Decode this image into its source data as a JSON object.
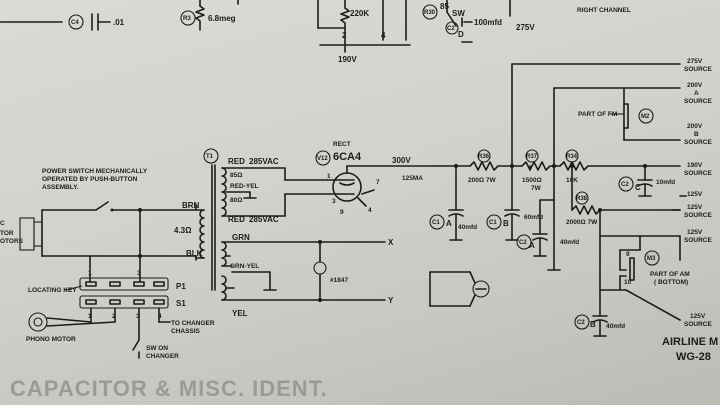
{
  "top": {
    "c_ref": "C4",
    "c_val": ".01",
    "r_ref": "R3",
    "r_val": "6.8meg",
    "r2_val": "220K",
    "pin2": "2",
    "pin4": "4",
    "v190": "190V",
    "r30_ref": "R30",
    "r30_v1": "85",
    "sw": "SW",
    "c2_ref": "C2",
    "c2_d": "D",
    "c2_val": "100mfd",
    "v275": "275V",
    "right_channel": "RIGHT CHANNEL"
  },
  "left": {
    "power_note": "POWER SWITCH MECHANICALLY OPERATED BY PUSH-BUTTON ASSEMBLY.",
    "edge1": "C",
    "edge2": "TOR",
    "edge3": "OTORS",
    "locating_key": "LOCATING KEY",
    "p1": "P1",
    "s1": "S1",
    "phono_motor": "PHONO MOTOR",
    "pins": [
      "1",
      "2",
      "3",
      "4"
    ],
    "to_changer": "TO CHANGER CHASSIS",
    "sw_on_changer": "SW ON CHANGER"
  },
  "transformer": {
    "t_ref": "T1",
    "red1": "RED",
    "v285a": "285VAC",
    "ohm85": "85Ω",
    "redyel": "RED-YEL",
    "ohm80": "80Ω",
    "red2": "RED",
    "v285b": "285VAC",
    "brn": "BRN",
    "ohm43": "4.3Ω",
    "blk": "BLK",
    "grn": "GRN",
    "grnyel": "GRN-YEL",
    "yel": "YEL",
    "lamp": "#1847",
    "x": "X",
    "y": "Y"
  },
  "rect": {
    "v_ref": "V12",
    "name": "RECT",
    "tube": "6CA4",
    "pins": [
      "1",
      "3",
      "4",
      "7",
      "9"
    ]
  },
  "supply": {
    "v300": "300V",
    "ma": "125MA",
    "r36": "R36",
    "r36_val": "200Ω 7W",
    "r37": "R37",
    "r37_val": "1500Ω 7W",
    "r34": "R34",
    "r34_val": "10K",
    "r38": "R38",
    "r38_val": "2000Ω 7W",
    "c1a": "C1",
    "c1a_l": "A",
    "c1a_val": "40mfd",
    "c1b": "C1",
    "c1b_l": "B",
    "c1b_val": "60mfd",
    "c2a": "C2",
    "c2a_l": "A",
    "c2a_val": "40mfd",
    "c2c": "C2",
    "c2c_l": "C",
    "c2c_val": "10mfd",
    "c2b": "C2",
    "c2b_l": "B",
    "c2b_val": "40mfd",
    "part_fm": "PART OF FM",
    "m2": "M2",
    "part_am": "PART OF AM (BOTTOM)",
    "m3": "M3",
    "pin9": "9",
    "pin10": "10"
  },
  "sources": [
    {
      "v": "275V",
      "n": "SOURCE"
    },
    {
      "v": "200V",
      "n": "A",
      "s": "SOURCE"
    },
    {
      "v": "200V",
      "n": "B",
      "s": "SOURCE"
    },
    {
      "v": "190V",
      "n": "SOURCE"
    },
    {
      "v": "125V",
      "n": ""
    },
    {
      "v": "125V",
      "n": "SOURCE"
    },
    {
      "v": "125V",
      "n": "SOURCE"
    },
    {
      "v": "125V",
      "n": "SOURCE"
    }
  ],
  "footer": {
    "model1": "AIRLINE M",
    "model2": "WG-28",
    "faded": "CAPACITOR & MISC. IDENT."
  }
}
